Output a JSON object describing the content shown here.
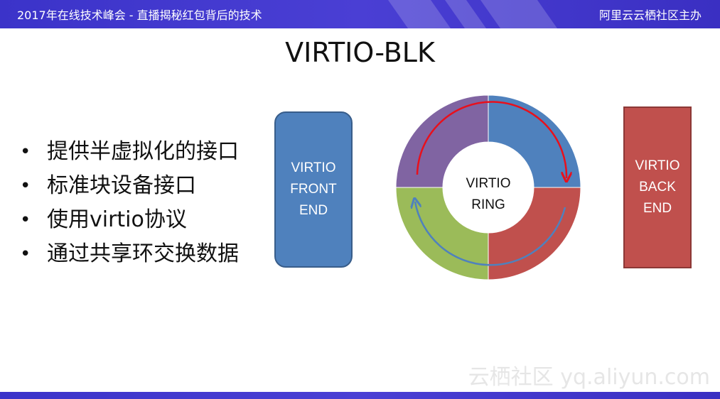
{
  "header": {
    "left_title": "2017年在线技术峰会 - 直播揭秘红包背后的技术",
    "right_title": "阿里云云栖社区主办"
  },
  "slide": {
    "title": "VIRTIO-BLK",
    "bullets": [
      "提供半虚拟化的接口",
      "标准块设备接口",
      "使用virtio协议",
      "通过共享环交换数据"
    ],
    "bullet_symbol": "•"
  },
  "diagram": {
    "front_end_label": "VIRTIO\nFRONT\nEND",
    "ring_label": "VIRTIO\nRING",
    "back_end_label": "VIRTIO\nBACK\nEND",
    "colors": {
      "front_end": "#4f81bd",
      "back_end": "#c0504d",
      "ring_blue": "#4f81bd",
      "ring_red": "#c0504d",
      "ring_green": "#9bbb59",
      "ring_purple": "#8064a2",
      "arrow_red": "#e8101c",
      "arrow_blue": "#4f81bd"
    }
  },
  "footer": {
    "watermark": "云栖社区 yq.aliyun.com"
  }
}
